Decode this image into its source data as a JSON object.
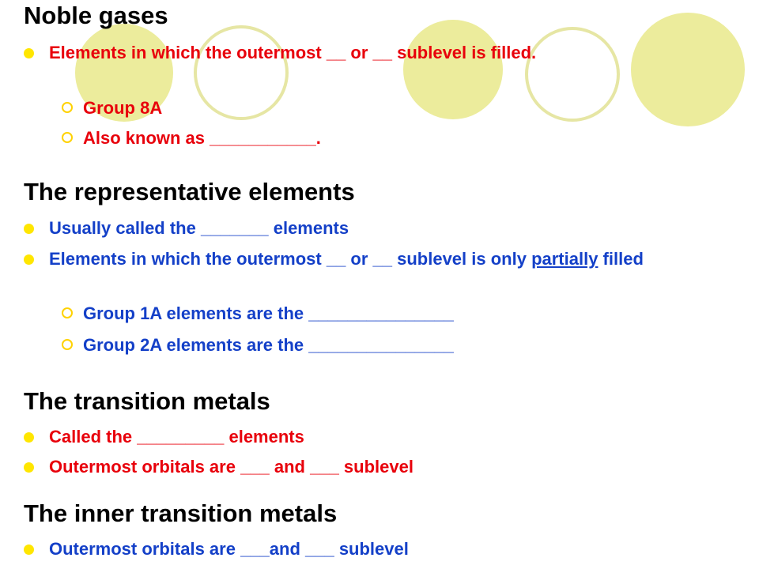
{
  "noble": {
    "heading": "Noble gases",
    "bullet1": "Elements in which the outermost __ or __ sublevel is filled.",
    "sub1": "Group 8A",
    "sub2": "Also known as ___________."
  },
  "representative": {
    "heading": "The representative elements",
    "bullet1": "Usually called the _______ elements",
    "bullet2_pre": "Elements in which the outermost __ or __ sublevel is only ",
    "bullet2_ul": "partially",
    "bullet2_post": " filled",
    "sub1": "Group 1A  elements are the _______________",
    "sub2": "Group 2A  elements are the _______________"
  },
  "transition": {
    "heading": "The transition metals",
    "bullet1": "Called the _________ elements",
    "bullet2": "Outermost orbitals are ___ and ___ sublevel"
  },
  "inner": {
    "heading": "The inner transition metals",
    "bullet1": "Outermost orbitals are ___and ___ sublevel"
  },
  "colors": {
    "red": "#e8000b",
    "blue": "#1440c8",
    "accent": "#ffe600",
    "circle_fill": "#ecec9c",
    "circle_line": "#e6e6a4"
  }
}
